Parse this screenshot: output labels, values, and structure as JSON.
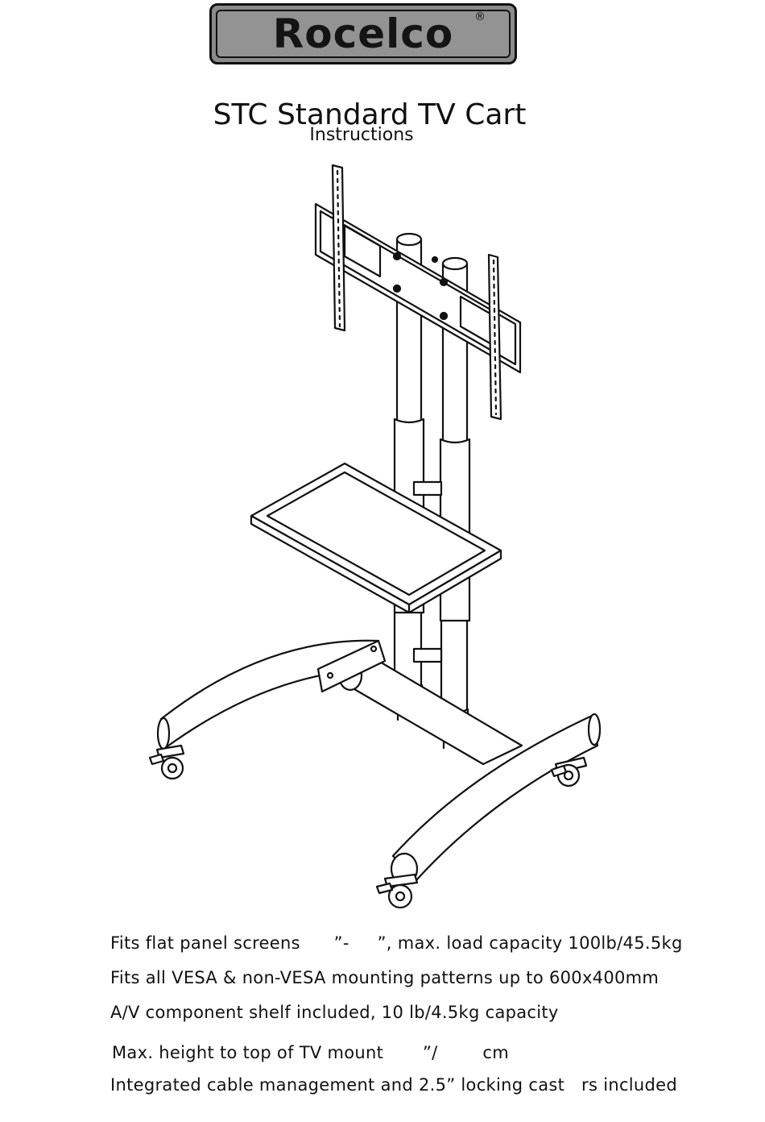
{
  "logo": {
    "brand": "Rocelco",
    "registered_mark": "®"
  },
  "header": {
    "title": "STC Standard TV Cart",
    "subtitle": "Instructions"
  },
  "features": [
    "Fits flat panel screens      ”-     ”, max. load capacity 100lb/45.5kg",
    "Fits all VESA & non-VESA mounting patterns up to 600x400mm",
    "A/V component shelf included, 10 lb/4.5kg capacity",
    "Max. height to top of TV mount       ”/        cm",
    "Integrated cable management and 2.5” locking cast   rs included"
  ]
}
